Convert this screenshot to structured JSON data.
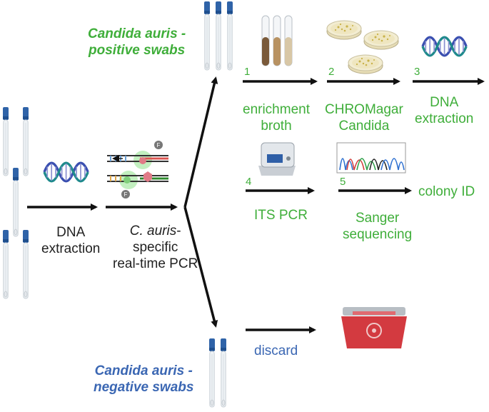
{
  "colors": {
    "positive": "#3fae3a",
    "negative": "#3b67b3",
    "text": "#222222",
    "arrow": "#111111"
  },
  "icons": [
    "swab-tube-icon",
    "dna-helix-icon",
    "pcr-probe-icon",
    "culture-tube-icon",
    "petri-dish-icon",
    "pcr-machine-icon",
    "chromatogram-icon",
    "biohazard-bin-icon"
  ],
  "labels": {
    "dna_extraction_1": "DNA",
    "dna_extraction_2": "extraction",
    "pcr_italic": "C. auris",
    "pcr_1_rest": "-",
    "pcr_2": "specific",
    "pcr_3": "real-time PCR",
    "positive_1": "Candida auris -",
    "positive_2": "positive swabs",
    "negative_1": "Candida auris -",
    "negative_2": "negative swabs",
    "enrichment_1": "enrichment",
    "enrichment_2": "broth",
    "chromagar_1": "CHROMagar",
    "chromagar_2": "Candida",
    "dna2_1": "DNA",
    "dna2_2": "extraction",
    "its_pcr": "ITS PCR",
    "sanger_1": "Sanger",
    "sanger_2": "sequencing",
    "colony_id": "colony ID",
    "discard": "discard"
  },
  "steps": [
    "1",
    "2",
    "3",
    "4",
    "5"
  ],
  "probe_marker": "F"
}
